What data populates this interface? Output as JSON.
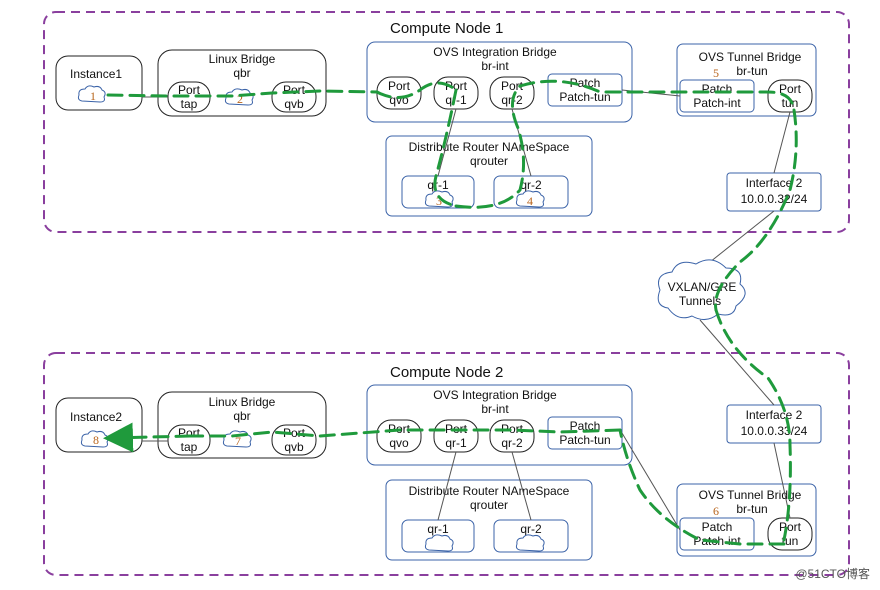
{
  "node1": {
    "title": "Compute Node 1",
    "instance": {
      "label": "Instance1",
      "num": "1"
    },
    "linux_bridge": {
      "title": "Linux  Bridge",
      "name": "qbr",
      "num": "2",
      "port_tap": [
        "Port",
        "tap"
      ],
      "port_qvb": [
        "Port",
        "qvb"
      ]
    },
    "ovs_int": {
      "title": "OVS Integration Bridge",
      "name": "br-int",
      "port_qvo": [
        "Port",
        "qvo"
      ],
      "port_qr1": [
        "Port",
        "qr-1"
      ],
      "port_qr2": [
        "Port",
        "qr-2"
      ],
      "patch": [
        "Patch",
        "Patch-tun"
      ]
    },
    "router": {
      "title": "Distribute Router NAmeSpace",
      "name": "qrouter",
      "qr1": "qr-1",
      "qr2": "qr-2",
      "num3": "3",
      "num4": "4"
    },
    "ovs_tun": {
      "title": "OVS Tunnel Bridge",
      "name": "br-tun",
      "num": "5",
      "patch": [
        "Patch",
        "Patch-int"
      ],
      "port_tun": [
        "Port",
        "tun"
      ]
    },
    "interface": {
      "title": "Interface 2",
      "ip": "10.0.0.32/24"
    }
  },
  "tunnel": {
    "line1": "VXLAN/GRE",
    "line2": "Tunnels"
  },
  "node2": {
    "title": "Compute Node 2",
    "instance": {
      "label": "Instance2",
      "num": "8"
    },
    "linux_bridge": {
      "title": "Linux  Bridge",
      "name": "qbr",
      "num": "7",
      "port_tap": [
        "Port",
        "tap"
      ],
      "port_qvb": [
        "Port",
        "qvb"
      ]
    },
    "ovs_int": {
      "title": "OVS Integration Bridge",
      "name": "br-int",
      "port_qvo": [
        "Port",
        "qvo"
      ],
      "port_qr1": [
        "Port",
        "qr-1"
      ],
      "port_qr2": [
        "Port",
        "qr-2"
      ],
      "patch": [
        "Patch",
        "Patch-tun"
      ]
    },
    "router": {
      "title": "Distribute Router NAmeSpace",
      "name": "qrouter",
      "qr1": "qr-1",
      "qr2": "qr-2"
    },
    "ovs_tun": {
      "title": "OVS Tunnel Bridge",
      "name": "br-tun",
      "num": "6",
      "patch": [
        "Patch",
        "Patch-int"
      ],
      "port_tun": [
        "Port",
        "tun"
      ]
    },
    "interface": {
      "title": "Interface 2",
      "ip": "10.0.0.33/24"
    }
  },
  "watermark": "@51CTO博客",
  "colors": {
    "node_border": "#8a3f9e",
    "box_border": "#3b63a8",
    "path": "#1f9a3c",
    "number": "#b8641c"
  }
}
